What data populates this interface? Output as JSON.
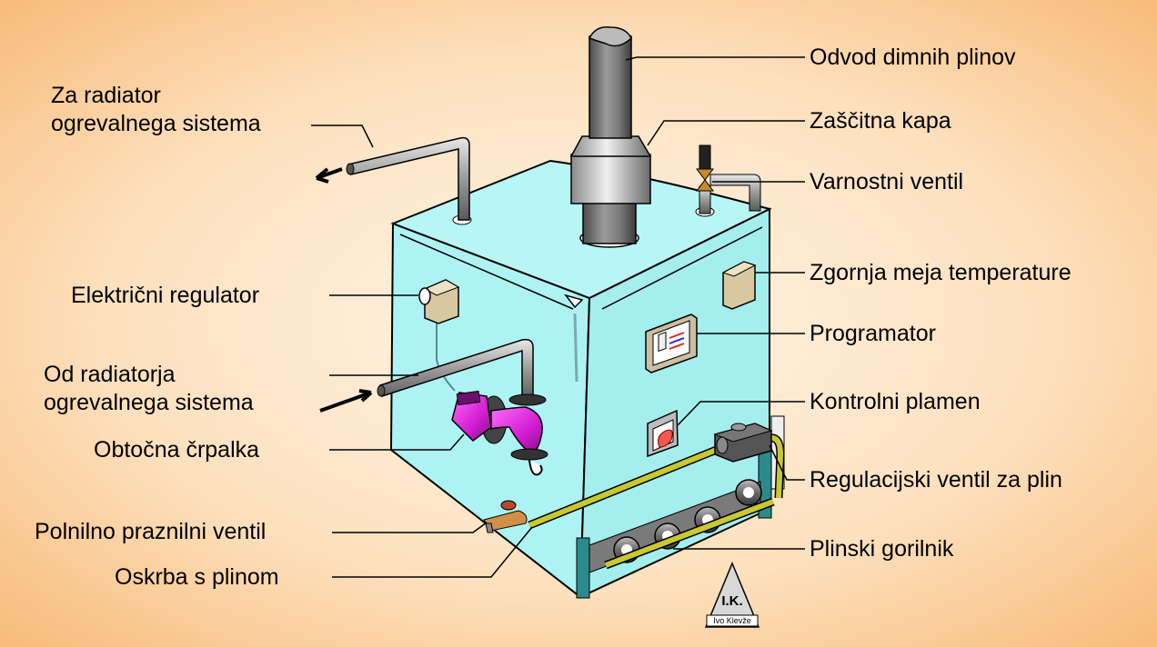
{
  "background": {
    "center": "#fff4e6",
    "edge": "#f6b56f"
  },
  "boiler_color": "#aef3f3",
  "labels": {
    "flue_gas_outlet": "Odvod dimnih plinov",
    "protective_cap": "Zaščitna kapa",
    "safety_valve": "Varnostni ventil",
    "upper_temp_limit": "Zgornja meja temperature",
    "programmer": "Programator",
    "pilot_flame": "Kontrolni plamen",
    "gas_control_valve": "Regulacijski ventil za plin",
    "gas_burner": "Plinski gorilnik",
    "to_radiator_line1": "Za radiator",
    "to_radiator_line2": "ogrevalnega sistema",
    "electric_regulator": "Električni regulator",
    "from_radiator_line1": "Od radiatorja",
    "from_radiator_line2": "ogrevalnega sistema",
    "circulation_pump": "Obtočna črpalka",
    "fill_drain_valve": "Polnilno praznilni ventil",
    "gas_supply": "Oskrba s plinom"
  },
  "logo": {
    "initials": "I.K.",
    "name": "Ivo Klevže"
  }
}
